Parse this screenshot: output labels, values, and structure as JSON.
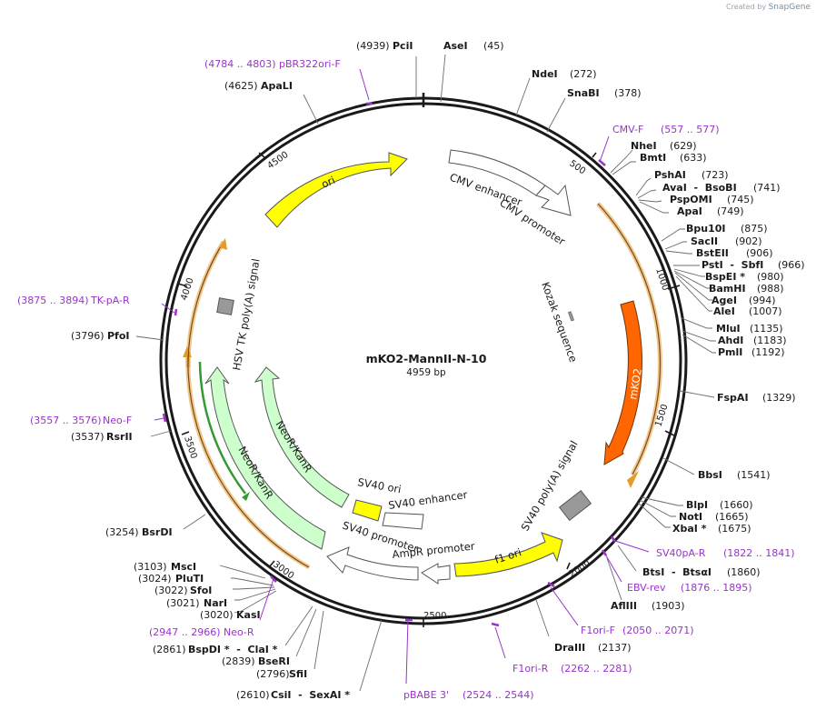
{
  "credit": {
    "prefix": "Created by",
    "brand": "SnapGene"
  },
  "plasmid": {
    "name": "mKO2-MannII-N-10",
    "length": 4959,
    "length_label": "4959 bp"
  },
  "ticks": [
    "500",
    "1000",
    "1500",
    "2000",
    "2500",
    "3000",
    "3500",
    "4000",
    "4500"
  ],
  "features": [
    {
      "name": "ori",
      "color": "#ffff00"
    },
    {
      "name": "CMV enhancer",
      "color": "#ffffff"
    },
    {
      "name": "CMV promoter",
      "color": "#ffffff"
    },
    {
      "name": "Kozak sequence",
      "color": "#999999"
    },
    {
      "name": "mKO2",
      "color": "#ff6600"
    },
    {
      "name": "SV40 poly(A) signal",
      "color": "#999999"
    },
    {
      "name": "f1 ori",
      "color": "#ffff00"
    },
    {
      "name": "AmpR promoter",
      "color": "#ffffff"
    },
    {
      "name": "SV40 promoter",
      "color": "#ffffff"
    },
    {
      "name": "SV40 enhancer",
      "color": "#ffffff"
    },
    {
      "name": "SV40 ori",
      "color": "#ffff00"
    },
    {
      "name": "NeoR/KanR",
      "color": "#ccffcc"
    },
    {
      "name": "NeoR/KanR",
      "color": "#ccffcc"
    },
    {
      "name": "HSV TK poly(A) signal",
      "color": "#999999"
    }
  ],
  "enzymes": [
    {
      "name": "PciI",
      "pos": "(4939)"
    },
    {
      "name": "AseI",
      "pos": "(45)"
    },
    {
      "name": "NdeI",
      "pos": "(272)"
    },
    {
      "name": "SnaBI",
      "pos": "(378)"
    },
    {
      "name": "NheI",
      "pos": "(629)"
    },
    {
      "name": "BmtI",
      "pos": "(633)"
    },
    {
      "name": "PshAI",
      "pos": "(723)"
    },
    {
      "name": "AvaI  -  BsoBI",
      "pos": "(741)"
    },
    {
      "name": "PspOMI",
      "pos": "(745)"
    },
    {
      "name": "ApaI",
      "pos": "(749)"
    },
    {
      "name": "Bpu10I",
      "pos": "(875)"
    },
    {
      "name": "SacII",
      "pos": "(902)"
    },
    {
      "name": "BstEII",
      "pos": "(906)"
    },
    {
      "name": "PstI  -  SbfI",
      "pos": "(966)"
    },
    {
      "name": "BspEI *",
      "pos": "(980)"
    },
    {
      "name": "BamHI",
      "pos": "(988)"
    },
    {
      "name": "AgeI",
      "pos": "(994)"
    },
    {
      "name": "AleI",
      "pos": "(1007)"
    },
    {
      "name": "MluI",
      "pos": "(1135)"
    },
    {
      "name": "AhdI",
      "pos": "(1183)"
    },
    {
      "name": "PmlI",
      "pos": "(1192)"
    },
    {
      "name": "FspAI",
      "pos": "(1329)"
    },
    {
      "name": "BbsI",
      "pos": "(1541)"
    },
    {
      "name": "BlpI",
      "pos": "(1660)"
    },
    {
      "name": "NotI",
      "pos": "(1665)"
    },
    {
      "name": "XbaI *",
      "pos": "(1675)"
    },
    {
      "name": "BtsI  -  BtsαI",
      "pos": "(1860)"
    },
    {
      "name": "AflIII",
      "pos": "(1903)"
    },
    {
      "name": "DraIII",
      "pos": "(2137)"
    },
    {
      "name": "CsiI  -  SexAI *",
      "pos": "(2610)"
    },
    {
      "name": "SfiI",
      "pos": "(2796)"
    },
    {
      "name": "BseRI",
      "pos": "(2839)"
    },
    {
      "name": "BspDI *  -  ClaI *",
      "pos": "(2861)"
    },
    {
      "name": "KasI",
      "pos": "(3020)"
    },
    {
      "name": "NarI",
      "pos": "(3021)"
    },
    {
      "name": "SfoI",
      "pos": "(3022)"
    },
    {
      "name": "PluTI",
      "pos": "(3024)"
    },
    {
      "name": "MscI",
      "pos": "(3103)"
    },
    {
      "name": "BsrDI",
      "pos": "(3254)"
    },
    {
      "name": "RsrII",
      "pos": "(3537)"
    },
    {
      "name": "PfoI",
      "pos": "(3796)"
    },
    {
      "name": "ApaLI",
      "pos": "(4625)"
    }
  ],
  "primers": [
    {
      "name": "pBR322ori-F",
      "range": "(4784 .. 4803)"
    },
    {
      "name": "CMV-F",
      "range": "(557 .. 577)"
    },
    {
      "name": "SV40pA-R",
      "range": "(1822 .. 1841)"
    },
    {
      "name": "EBV-rev",
      "range": "(1876 .. 1895)"
    },
    {
      "name": "F1ori-F",
      "range": "(2050 .. 2071)"
    },
    {
      "name": "F1ori-R",
      "range": "(2262 .. 2281)"
    },
    {
      "name": "pBABE 3'",
      "range": "(2524 .. 2544)"
    },
    {
      "name": "Neo-R",
      "range": "(2947 .. 2966)"
    },
    {
      "name": "Neo-F",
      "range": "(3557 .. 3576)"
    },
    {
      "name": "TK-pA-R",
      "range": "(3875 .. 3894)"
    }
  ],
  "colors": {
    "primer": "#9933cc",
    "ring": "#1a1a1a",
    "orf": "#e39b2c",
    "orf_green": "#339933",
    "label": "#000000"
  }
}
